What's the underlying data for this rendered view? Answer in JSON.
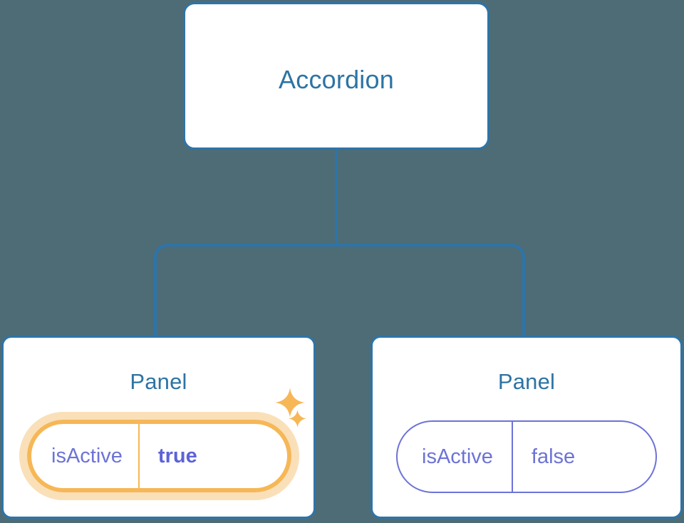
{
  "diagram": {
    "type": "component-tree",
    "background_color": "#4d6c76",
    "node_border_color": "#2e74a8",
    "node_title_color": "#2d74a4",
    "connector_color": "#2e74a8",
    "prop_color": "#6d73d6",
    "highlight_color": "#f6b757",
    "highlight_glow_color": "#fae0b9",
    "highlight_value_color": "#5c63d8"
  },
  "root": {
    "title": "Accordion"
  },
  "children": [
    {
      "title": "Panel",
      "highlighted": true,
      "prop": {
        "key": "isActive",
        "value": "true"
      },
      "sparkles": [
        "sparkle-icon-large",
        "sparkle-icon-small"
      ]
    },
    {
      "title": "Panel",
      "highlighted": false,
      "prop": {
        "key": "isActive",
        "value": "false"
      }
    }
  ]
}
